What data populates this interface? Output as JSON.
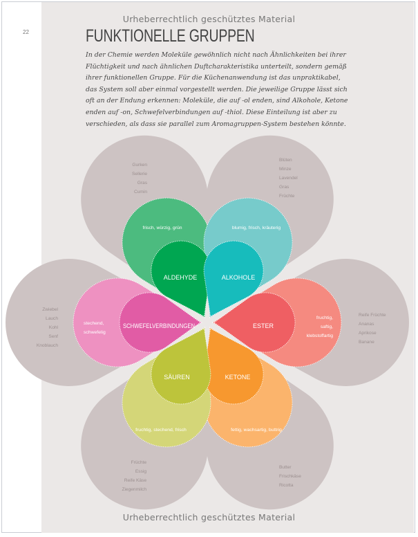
{
  "page_number": "22",
  "watermark": "Urheberrechtlich geschütztes Material",
  "title": "FUNKTIONELLE GRUPPEN",
  "intro_lines": [
    "In der Chemie werden Moleküle gewöhnlich nicht nach Ähnlichkeiten bei ihrer",
    "Flüchtigkeit und nach ähnlichen Duftcharakteristika unterteilt, sondern gemäß",
    "ihrer funktionellen Gruppe. Für die Küchenanwendung ist das unpraktikabel,",
    "das System soll aber einmal vorgestellt werden. Die jeweilige Gruppe lässt sich",
    "oft an der Endung erkennen: Moleküle, die auf -ol enden, sind Alkohole, Ketone",
    "enden auf -on, Schwefelverbindungen auf -thiol. Diese Einteilung ist aber zu",
    "verschieden, als dass sie parallel zum Aromagruppen-System bestehen könnte."
  ],
  "groups": [
    {
      "name": "ALDEHYDE",
      "desc": [
        "frisch, würzig, grün"
      ],
      "examples": [
        "Gurken",
        "Sellerie",
        "Gras",
        "Cumin"
      ],
      "inner": "#00a651",
      "mid": "#4cbb7f"
    },
    {
      "name": "ALKOHOLE",
      "desc": [
        "blumig, frisch, kräuterig"
      ],
      "examples": [
        "Blüten",
        "Minze",
        "Lavendel",
        "Gras",
        "Früchte"
      ],
      "inner": "#17bcbc",
      "mid": "#77cbcb"
    },
    {
      "name": "ESTER",
      "desc": [
        "fruchtig,",
        "saftig,",
        "klebstoffartig"
      ],
      "examples": [
        "Reife Früchte",
        "Ananas",
        "Aprikose",
        "Banane"
      ],
      "inner": "#ef5f63",
      "mid": "#f58a80"
    },
    {
      "name": "KETONE",
      "desc": [
        "fettig, wachsartig, buttrig"
      ],
      "examples": [
        "Butter",
        "Frischkäse",
        "Ricotta"
      ],
      "inner": "#f7982f",
      "mid": "#fbb46c"
    },
    {
      "name": "SÄUREN",
      "desc": [
        "fruchtig, stechend, frisch"
      ],
      "examples": [
        "Früchte",
        "Essig",
        "Reife Käse",
        "Ziegenmilch"
      ],
      "inner": "#bdc43b",
      "mid": "#d4d678"
    },
    {
      "name": "SCHWEFELVERBINDUNGEN",
      "desc": [
        "stechend,",
        "schwefelig"
      ],
      "examples": [
        "Zwiebel",
        "Lauch",
        "Kohl",
        "Senf",
        "Knoblauch"
      ],
      "inner": "#e15ca5",
      "mid": "#ee91c1"
    }
  ],
  "outer_color": "#cdc3c3"
}
